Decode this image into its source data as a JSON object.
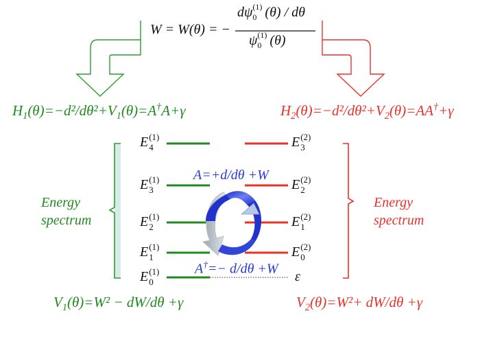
{
  "formula_top": {
    "lhs": "W = W(θ) = −",
    "numerator_d": "dψ",
    "numerator_rest": "(θ)",
    "numerator_tail": "/ dθ",
    "denominator_psi": "ψ",
    "denominator_rest": "(θ)",
    "superscript": "(1)",
    "subscript": "0"
  },
  "hamiltonians": {
    "h1": {
      "H": "H",
      "sub": "1",
      "body": "(θ)=−d²/dθ²+V",
      "vsub": "1",
      "tail": "(θ)=A",
      "dag": "†",
      "end": "A+γ"
    },
    "h2": {
      "H": "H",
      "sub": "2",
      "body": "(θ)=−d²/dθ²+V",
      "vsub": "2",
      "tail": "(θ)=AA",
      "dag": "†",
      "end": "+γ"
    }
  },
  "spectrum_labels": {
    "left_line1": "Energy",
    "left_line2": "spectrum",
    "right_line1": "Energy",
    "right_line2": "spectrum"
  },
  "levels_left": [
    {
      "E": "E",
      "sup": "(1)",
      "sub": "4"
    },
    {
      "E": "E",
      "sup": "(1)",
      "sub": "3"
    },
    {
      "E": "E",
      "sup": "(1)",
      "sub": "2"
    },
    {
      "E": "E",
      "sup": "(1)",
      "sub": "1"
    },
    {
      "E": "E",
      "sup": "(1)",
      "sub": "0"
    }
  ],
  "levels_right": [
    {
      "E": "E",
      "sup": "(2)",
      "sub": "3"
    },
    {
      "E": "E",
      "sup": "(2)",
      "sub": "2"
    },
    {
      "E": "E",
      "sup": "(2)",
      "sub": "1"
    },
    {
      "E": "E",
      "sup": "(2)",
      "sub": "0"
    }
  ],
  "epsilon": "ε",
  "operators": {
    "A": "A=+d/dθ +W",
    "Adag_A": "A",
    "Adag_dag": "†",
    "Adag_rest": "=− d/dθ +W"
  },
  "potentials": {
    "v1": {
      "V": "V",
      "sub": "1",
      "body": "(θ)=W² − dW/dθ +γ"
    },
    "v2": {
      "V": "V",
      "sub": "2",
      "body": "(θ)=W²+ dW/dθ +γ"
    }
  },
  "colors": {
    "green": "#1f8a1f",
    "red": "#e8322a",
    "blue": "#2a3bd6",
    "bracket_fill": "#d7ece9"
  }
}
